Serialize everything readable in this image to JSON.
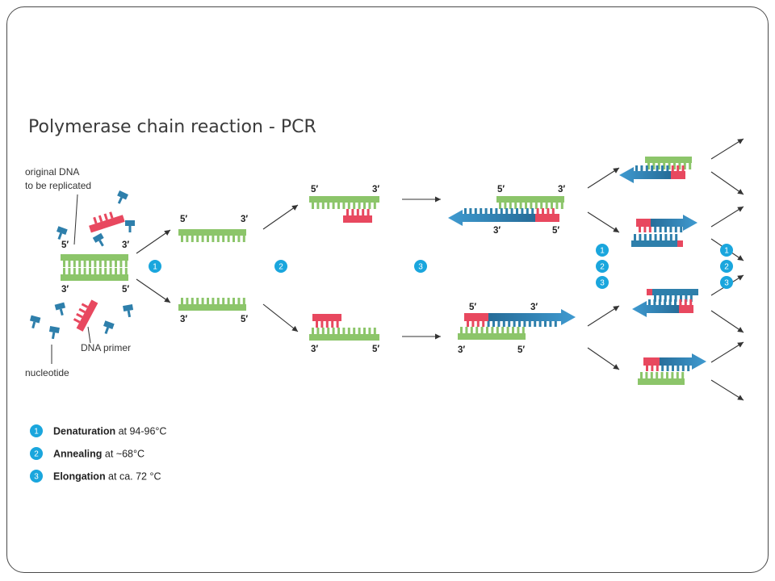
{
  "title": "Polymerase chain reaction - PCR",
  "labels": {
    "original_dna": [
      "original DNA",
      "to be replicated"
    ],
    "dna_primer": "DNA primer",
    "nucleotide": "nucleotide"
  },
  "strand_ends": {
    "five_prime": "5′",
    "three_prime": "3′"
  },
  "steps": [
    {
      "number": "1",
      "name": "Denaturation",
      "detail": " at 94-96°C"
    },
    {
      "number": "2",
      "name": "Annealing",
      "detail": " at ~68°C"
    },
    {
      "number": "3",
      "name": "Elongation",
      "detail": " at ca. 72 °C"
    }
  ],
  "colors": {
    "template_strand": "#8cc56a",
    "new_strand": "#2e7fab",
    "primer": "#e8485f",
    "step_badge": "#1aa6dd",
    "arrow": "#333333"
  }
}
